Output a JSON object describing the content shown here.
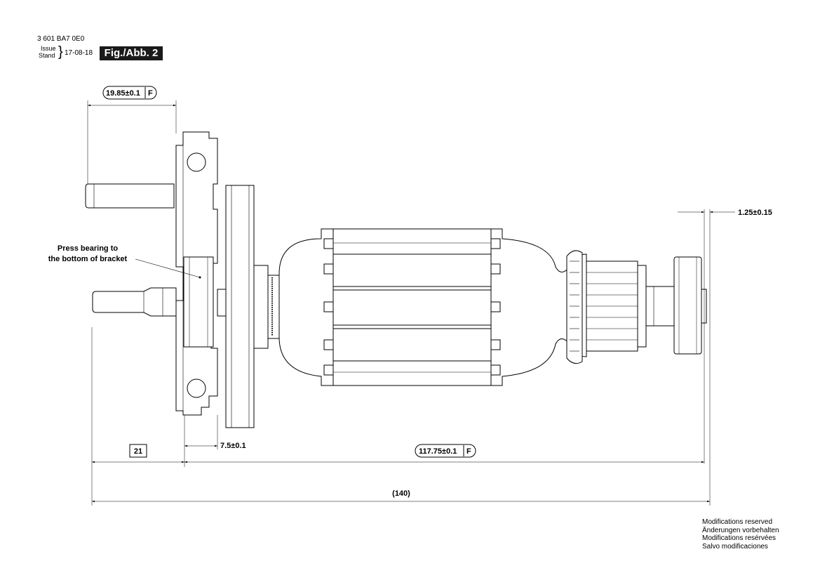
{
  "header": {
    "part_number": "3 601 BA7 0E0",
    "issue_label": "Issue",
    "stand_label": "Stand",
    "date": "17-08-18",
    "figure": "Fig./Abb. 2"
  },
  "note": {
    "line1": "Press bearing to",
    "line2": "the bottom of bracket"
  },
  "dimensions": {
    "top_width": "19.85±0.1",
    "top_width_flag": "F",
    "right_offset": "1.25±0.15",
    "shaft_length": "21",
    "gap": "7.5±0.1",
    "armature_length": "117.75±0.1",
    "armature_flag": "F",
    "overall": "(140)"
  },
  "footer": {
    "lines": [
      "Modifications reserved",
      "Änderungen vorbehalten",
      "Modifications resérvées",
      "Salvo modificaciones"
    ]
  }
}
